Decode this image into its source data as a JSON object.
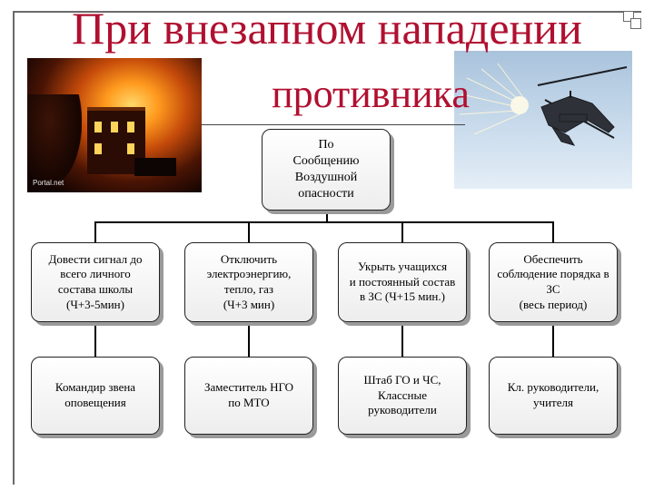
{
  "title": {
    "line1": "При внезапном нападении",
    "line2": "противника"
  },
  "top_box": {
    "text": "По\nСообщению\nВоздушной\nопасности"
  },
  "row1": [
    {
      "text": "Довести сигнал до\nвсего личного\nсостава школы\n(Ч+3-5мин)"
    },
    {
      "text": "Отключить\nэлектроэнергию,\nтепло, газ\n(Ч+3 мин)"
    },
    {
      "text": "Укрыть учащихся\nи постоянный состав\nв ЗС (Ч+15 мин.)"
    },
    {
      "text": "Обеспечить\nсоблюдение порядка в ЗС\n(весь период)"
    }
  ],
  "row2": [
    {
      "text": "Командир звена\nоповещения"
    },
    {
      "text": "Заместитель НГО\nпо МТО"
    },
    {
      "text": "Штаб ГО и ЧС,\nКлассные\nруководители"
    },
    {
      "text": "Кл. руководители,\nучителя"
    }
  ],
  "photo_fire": {
    "watermark": "Portal.net"
  },
  "colors": {
    "title": "#b01030",
    "box_border": "#222222",
    "box_shadow": "#9a9a9a"
  }
}
